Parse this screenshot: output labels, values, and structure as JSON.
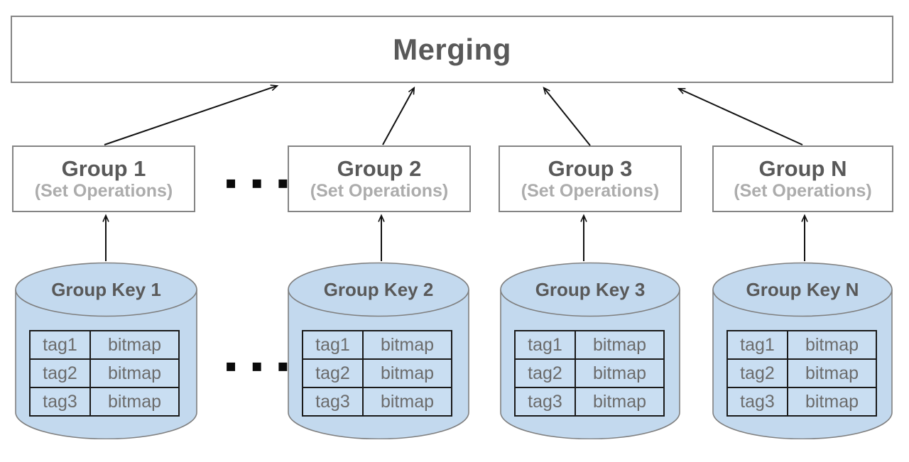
{
  "diagram": {
    "merging": {
      "title": "Merging"
    },
    "ellipsis_top": "▪ ▪ ▪",
    "ellipsis_bottom": "▪ ▪ ▪",
    "groups": [
      {
        "title": "Group 1",
        "subtitle": "(Set Operations)"
      },
      {
        "title": "Group 2",
        "subtitle": "(Set Operations)"
      },
      {
        "title": "Group 3",
        "subtitle": "(Set Operations)"
      },
      {
        "title": "Group N",
        "subtitle": "(Set Operations)"
      }
    ],
    "cylinders": [
      {
        "label": "Group Key 1",
        "rows": [
          [
            "tag1",
            "bitmap"
          ],
          [
            "tag2",
            "bitmap"
          ],
          [
            "tag3",
            "bitmap"
          ]
        ]
      },
      {
        "label": "Group Key 2",
        "rows": [
          [
            "tag1",
            "bitmap"
          ],
          [
            "tag2",
            "bitmap"
          ],
          [
            "tag3",
            "bitmap"
          ]
        ]
      },
      {
        "label": "Group Key 3",
        "rows": [
          [
            "tag1",
            "bitmap"
          ],
          [
            "tag2",
            "bitmap"
          ],
          [
            "tag3",
            "bitmap"
          ]
        ]
      },
      {
        "label": "Group Key N",
        "rows": [
          [
            "tag1",
            "bitmap"
          ],
          [
            "tag2",
            "bitmap"
          ],
          [
            "tag3",
            "bitmap"
          ]
        ]
      }
    ],
    "colors": {
      "cylinder_fill": "#C3D9EE",
      "table_cell_fill": "#C9DEF2",
      "box_border": "#848484",
      "cylinder_border": "#7F7F7F",
      "title_text": "#595959",
      "subtitle_text": "#ACACAC",
      "table_text": "#6B6B6B",
      "table_border": "#1A1A1A",
      "arrow": "#111111"
    }
  }
}
